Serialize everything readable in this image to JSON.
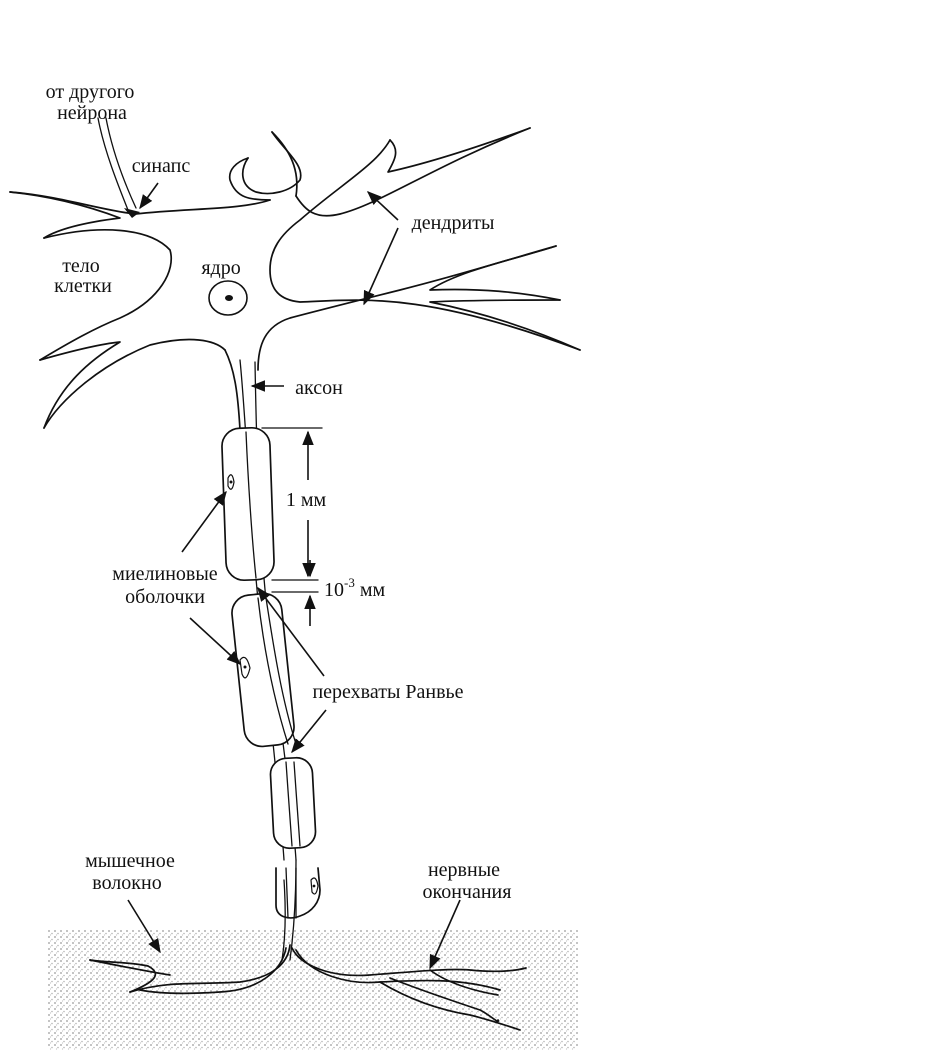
{
  "labels": {
    "from_neuron_1": "от другого",
    "from_neuron_2": "нейрона",
    "synapse": "синапс",
    "cell_body_1": "тело",
    "cell_body_2": "клетки",
    "nucleus": "ядро",
    "dendrites": "дендриты",
    "axon": "аксон",
    "length_1mm": "1 мм",
    "gap_base": "10",
    "gap_exp": "-3",
    "gap_unit": " мм",
    "myelin_1": "миелиновые",
    "myelin_2": "оболочки",
    "ranvier": "перехваты Ранвье",
    "muscle_1": "мышечное",
    "muscle_2": "волокно",
    "endings_1": "нервные",
    "endings_2": "окончания"
  }
}
